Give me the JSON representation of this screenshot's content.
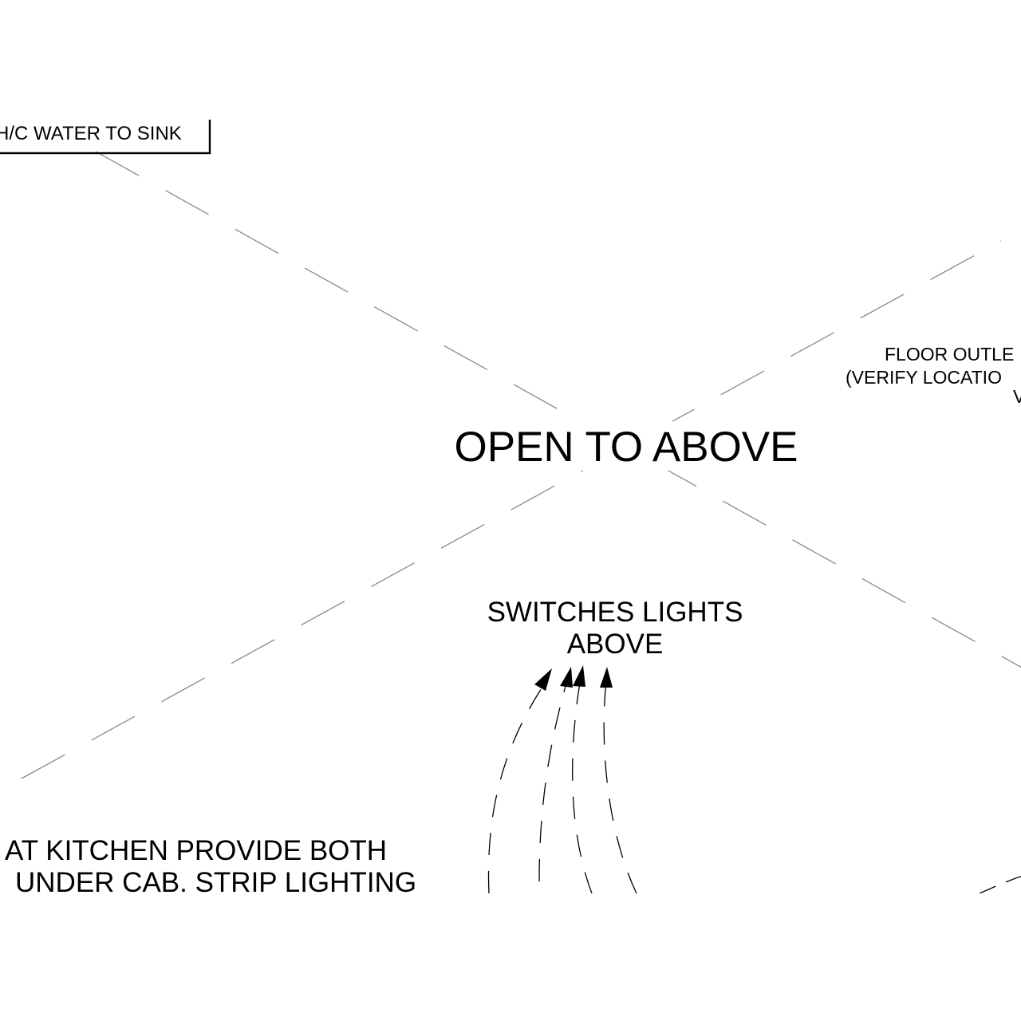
{
  "notes": {
    "water": "H/C WATER TO SINK",
    "open_to_above": "OPEN TO ABOVE",
    "floor_outlet_line1": "FLOOR OUTLE",
    "floor_outlet_line2": "(VERIFY LOCATIO",
    "floor_outlet_line3": "V",
    "switches_line1": "SWITCHES LIGHTS",
    "switches_line2": "ABOVE",
    "kitchen_line1": "AT KITCHEN PROVIDE BOTH",
    "kitchen_line2": "UNDER CAB. STRIP LIGHTING"
  },
  "colors": {
    "ink": "#000000",
    "hatch": "#8a8a8a",
    "paper": "#ffffff"
  }
}
